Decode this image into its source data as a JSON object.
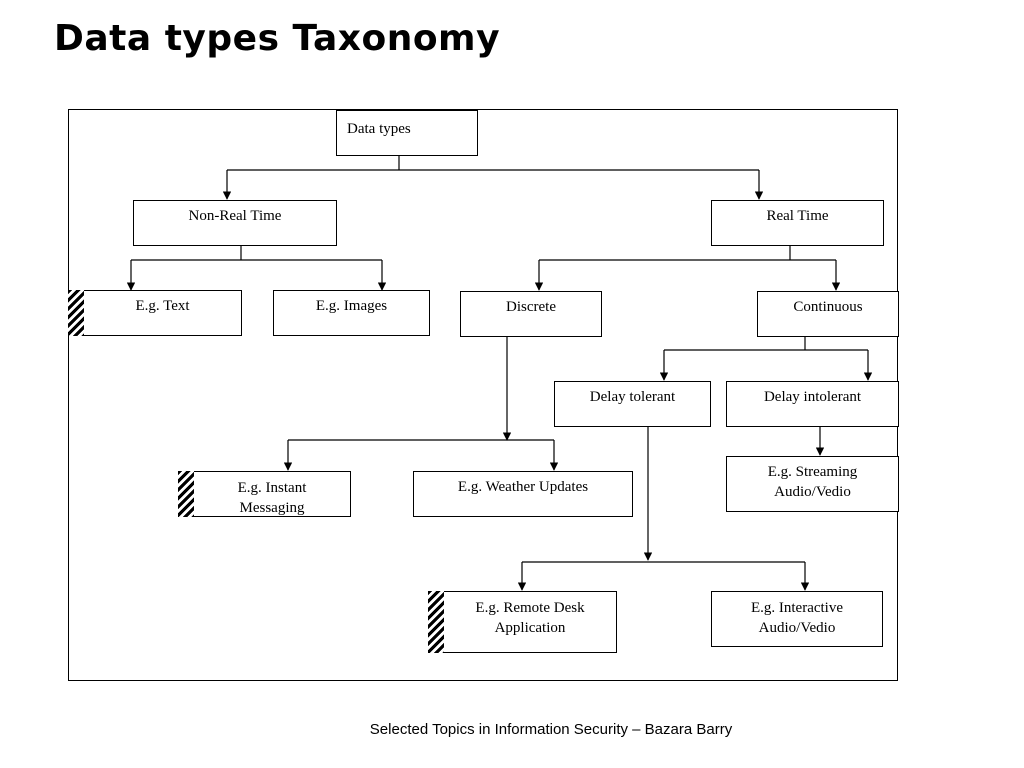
{
  "title": "Data types Taxonomy",
  "footer": "Selected Topics in Information Security – Bazara Barry",
  "nodes": {
    "root": "Data types",
    "non_real_time": "Non-Real Time",
    "real_time": "Real Time",
    "text": "E.g. Text",
    "images": "E.g. Images",
    "discrete": "Discrete",
    "continuous": "Continuous",
    "delay_tolerant": "Delay tolerant",
    "delay_intolerant": "Delay intolerant",
    "streaming": "E.g. Streaming\nAudio/Vedio",
    "instant_messaging": "E.g. Instant\nMessaging",
    "weather_updates": "E.g. Weather Updates",
    "remote_desk": "E.g. Remote Desk\nApplication",
    "interactive": "E.g. Interactive\nAudio/Vedio"
  }
}
